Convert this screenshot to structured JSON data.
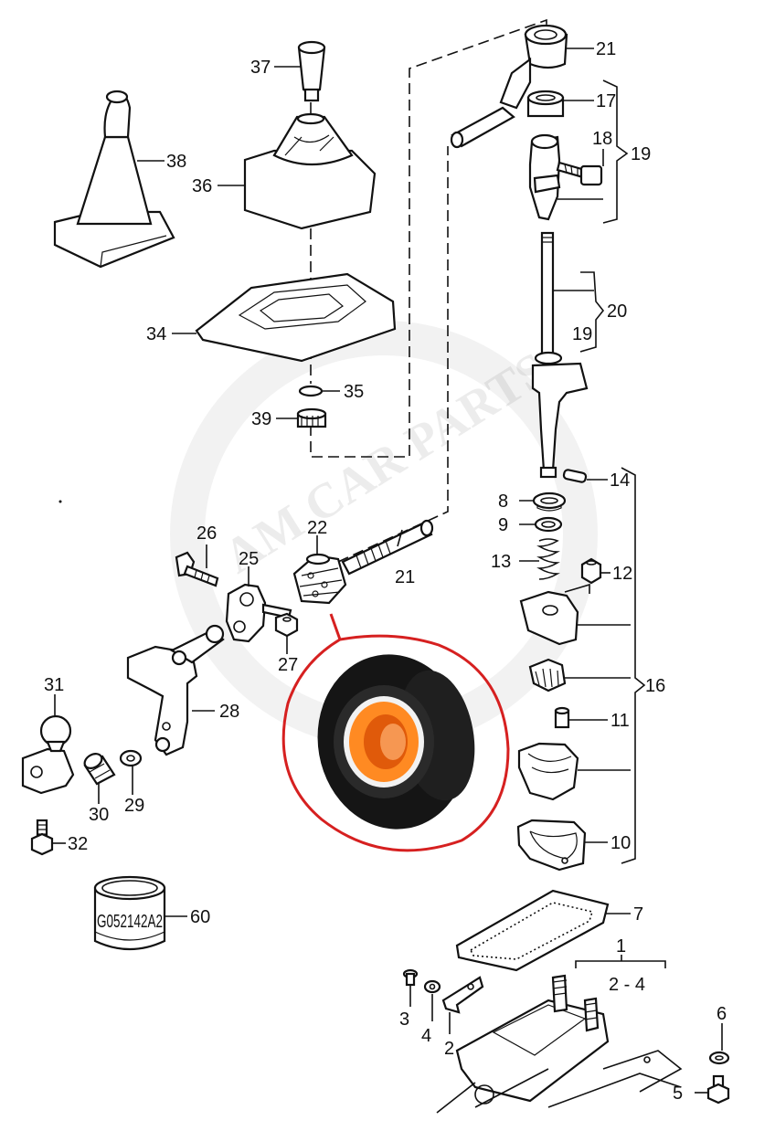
{
  "callouts": {
    "c37": "37",
    "c38": "38",
    "c36": "36",
    "c34": "34",
    "c35": "35",
    "c39": "39",
    "c21a": "21",
    "c17": "17",
    "c18": "18",
    "c19a": "19",
    "c20": "20",
    "c19b": "19",
    "c14": "14",
    "c8": "8",
    "c9": "9",
    "c13": "13",
    "c12": "12",
    "c16": "16",
    "c11": "11",
    "c10": "10",
    "c7": "7",
    "c1": "1",
    "c2_4": "2 - 4",
    "c3": "3",
    "c4": "4",
    "c2": "2",
    "c6": "6",
    "c5": "5",
    "c26": "26",
    "c25": "25",
    "c22": "22",
    "c21b": "21",
    "c27": "27",
    "c28": "28",
    "c31": "31",
    "c30": "30",
    "c29": "29",
    "c32": "32",
    "c60": "60"
  },
  "part_marking": "G052142A2",
  "watermark": "AM CAR PARTS",
  "colors": {
    "line": "#111111",
    "highlight_circle": "#d62020",
    "bushing_orange": "#ff7a1a",
    "bushing_black": "#151515"
  }
}
